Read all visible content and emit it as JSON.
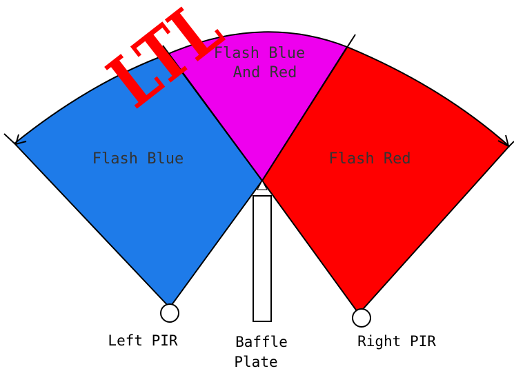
{
  "colors": {
    "left_zone": "#1e7be9",
    "overlap_zone": "#ee00ee",
    "right_zone": "#ff0000",
    "outline": "#000000",
    "label_dark": "#333333",
    "watermark": "#ff0000"
  },
  "zones": {
    "left": {
      "label": "Flash Blue"
    },
    "overlap": {
      "line1": "Flash Blue",
      "line2": "And Red"
    },
    "right": {
      "label": "Flash Red"
    }
  },
  "labels": {
    "left_pir": "Left PIR",
    "right_pir": "Right PIR",
    "baffle_line1": "Baffle",
    "baffle_line2": "Plate"
  },
  "watermark": {
    "text": "LTL"
  }
}
